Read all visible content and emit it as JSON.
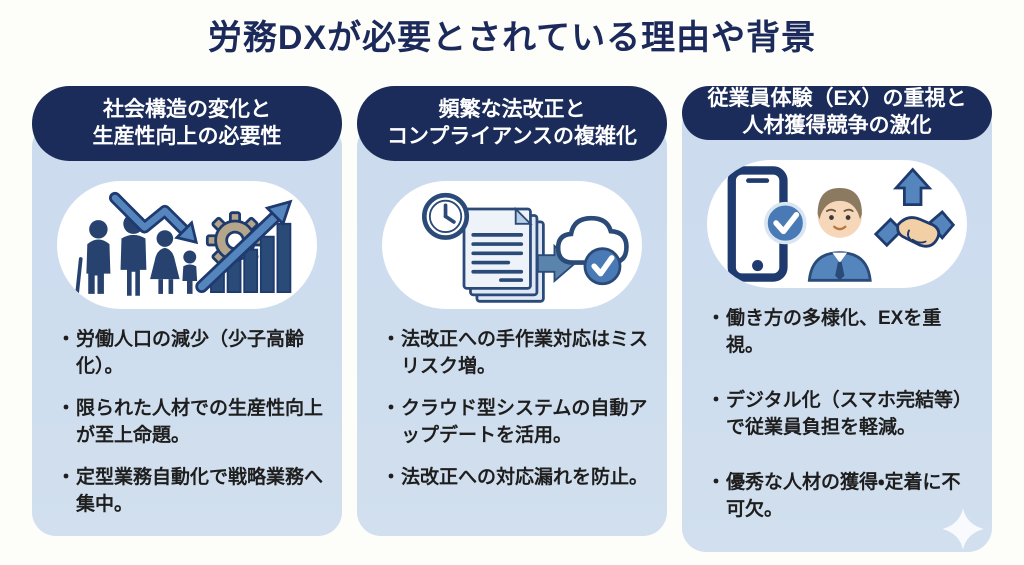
{
  "title": "労務DXが必要とされている理由や背景",
  "bullet_char": "・",
  "colors": {
    "background": "#fdfdfa",
    "title_navy": "#1b2a5b",
    "header_pill_navy": "#1b2c5a",
    "card_light_blue": "#cddcee",
    "icon_medium_blue": "#5585bd",
    "icon_navy": "#27426e",
    "icon_outline_navy": "#1e3a6e",
    "gear_tan": "#b3a68a",
    "skin_tone": "#f3cfa5",
    "body_text": "#1e1e1e"
  },
  "columns": [
    {
      "header": [
        "社会構造の変化と",
        "生産性向上の必要性"
      ],
      "icon": "population-decline-productivity-icon",
      "bullets": [
        "労働人口の減少（少子高齢化）。",
        "限られた人材での生産性向上が至上命題。",
        "定型業務自動化で戦略業務へ集中。"
      ]
    },
    {
      "header": [
        "頻繁な法改正と",
        "コンプライアンスの複雑化"
      ],
      "icon": "documents-to-cloud-icon",
      "bullets": [
        "法改正への手作業対応はミスリスク増。",
        "クラウド型システムの自動アップデートを活用。",
        "法改正への対応漏れを防止。"
      ]
    },
    {
      "header": [
        "従業員体験（EX）の重視と",
        "人材獲得競争の激化"
      ],
      "icon": "mobile-employee-handshake-icon",
      "bullets": [
        "働き方の多様化、EXを重視。",
        "デジタル化（スマホ完結等）で従業員負担を軽減。",
        "優秀な人材の獲得・定着に不可欠。"
      ]
    }
  ]
}
